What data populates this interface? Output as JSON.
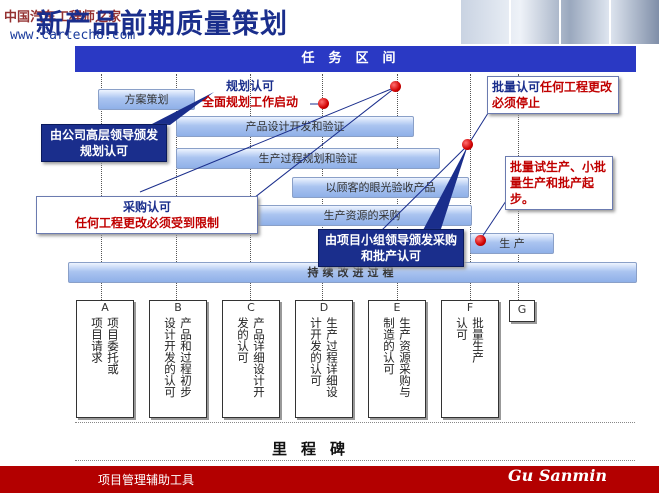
{
  "watermark": {
    "cn": "中国汽车工程师之家",
    "url": "www.cartech8.com"
  },
  "title": "新产品前期质量策划",
  "header": "任务区间",
  "bars": [
    "方案策划",
    "产品设计开发和验证",
    "生产过程规划和验证",
    "以顾客的眼光验收产品",
    "生产资源的采购",
    "生 产",
    "持续改进过程"
  ],
  "columns": [
    {
      "letter": "A",
      "lines": [
        "项目委托或",
        "项目请求"
      ]
    },
    {
      "letter": "B",
      "lines": [
        "产品和过程初步",
        "设计开发的认可"
      ]
    },
    {
      "letter": "C",
      "lines": [
        "产品详细设计开",
        "发的认可"
      ]
    },
    {
      "letter": "D",
      "lines": [
        "生产过程详细设",
        "计开发的认可"
      ]
    },
    {
      "letter": "E",
      "lines": [
        "生产资源采购与",
        "制造的认可"
      ]
    },
    {
      "letter": "F",
      "lines": [
        "批量生产",
        "认可"
      ]
    },
    {
      "letter": "G",
      "lines": []
    }
  ],
  "callouts": {
    "plan_title": "规划认可",
    "plan_body": "全面规划工作启动",
    "top_mgmt": "由公司高层领导颁发规划认可",
    "purchase_title": "采购认可",
    "purchase_body": "任何工程更改必须受到限制",
    "batch_title": "批量认可",
    "batch_body": "任何工程更改必须停止",
    "trial": "批量试生产、小批量生产和批产起步。",
    "team": "由项目小组领导颁发采购和批产认可"
  },
  "milestone": "里程碑",
  "footer": {
    "left": "项目管理辅助工具",
    "right": "Gu Sanmin"
  },
  "colors": {
    "header": "#2a39c4",
    "footer": "#b30000",
    "accent_red": "#c00000",
    "navy": "#1a2e8c"
  }
}
